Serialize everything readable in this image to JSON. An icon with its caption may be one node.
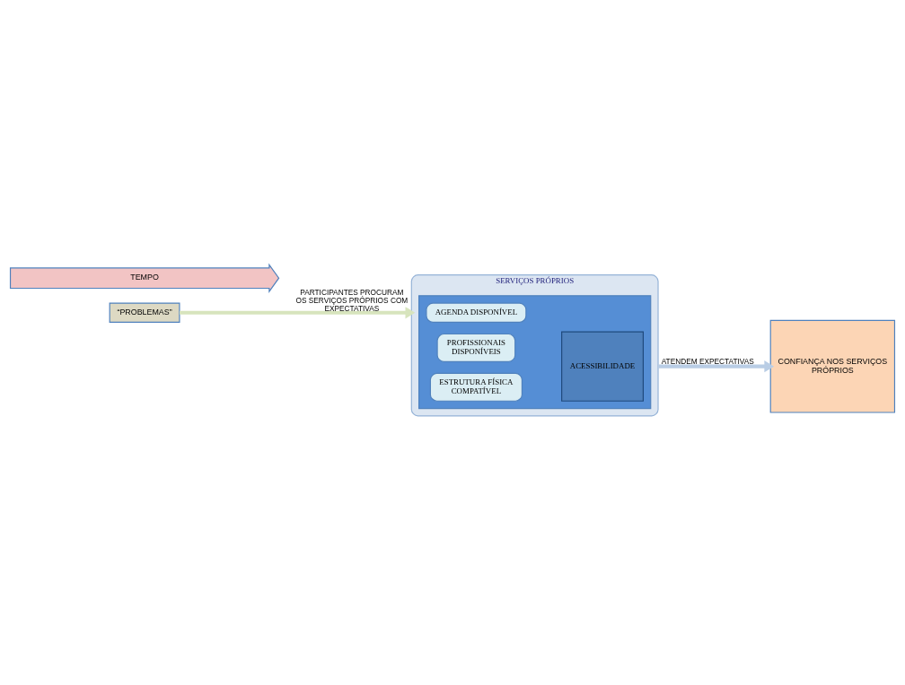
{
  "diagram": {
    "nodes": [
      {
        "text": [
          "“PROBLEMAS”"
        ]
      },
      {
        "text": [
          "SERVIÇOS PRÓPRIOS"
        ]
      },
      {
        "text": [],
        "shape": "box",
        "in": 1
      },
      {
        "text": [
          "AGENDA DISPONÍVEL"
        ],
        "in": 2
      },
      {
        "text": [
          "PROFISSIONAIS DISPONÍVEIS"
        ],
        "in": 2
      },
      {
        "text": [
          "ESTRUTURA FÍSICA COMPATÍVEL"
        ],
        "in": 2
      },
      {
        "text": [
          "ACESSIBILIDADE"
        ],
        "in": 2
      },
      {
        "text": [
          "CONFIANÇA NOS SERVIÇOS PRÓPRIOS"
        ]
      },
      {
        "text": [
          "TEMPO"
        ]
      }
    ],
    "edges": [
      {
        "from": 0,
        "to": 1,
        "arrow": "to",
        "label": "PARTICIPANTES PROCURAM OS SERVIÇOS PRÓPRIOS COM EXPECTATIVAS",
        "color": "#d7e4bd"
      },
      {
        "from": 1,
        "to": 7,
        "arrow": "to",
        "label": "ATENDEM EXPECTATIVAS",
        "color": "#b9cde5"
      }
    ]
  }
}
